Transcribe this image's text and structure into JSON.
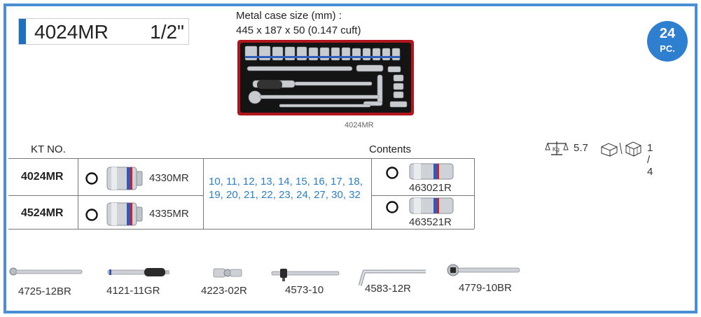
{
  "header": {
    "model": "4024MR",
    "drive_size": "1/2\""
  },
  "case": {
    "label_line1": "Metal case size (mm) :",
    "label_line2": "445 x 187 x 50 (0.147 cuft)",
    "caption": "4024MR"
  },
  "badge": {
    "count": "24",
    "unit": "PC."
  },
  "table": {
    "kt_header": "KT NO.",
    "contents_header": "Contents",
    "rows": [
      {
        "model": "4024MR",
        "socket_code": "4330MR",
        "deep_code": "463021R"
      },
      {
        "model": "4524MR",
        "socket_code": "4335MR",
        "deep_code": "463521R"
      }
    ],
    "sizes": "10, 11, 12, 13, 14, 15, 16, 17, 18, 19, 20, 21, 22, 23, 24, 27, 30, 32"
  },
  "specs": {
    "weight": "5.7",
    "pack": "1 / 4",
    "weight_icon": "scale-icon",
    "pack_icon": "carton-icon"
  },
  "tools": [
    {
      "code": "4725-12BR",
      "icon": "flex-handle-icon"
    },
    {
      "code": "4121-11GR",
      "icon": "extension-bar-icon"
    },
    {
      "code": "4223-02R",
      "icon": "universal-joint-icon"
    },
    {
      "code": "4573-10",
      "icon": "t-bar-icon"
    },
    {
      "code": "4583-12R",
      "icon": "l-wrench-icon"
    },
    {
      "code": "4779-10BR",
      "icon": "ratchet-icon"
    }
  ],
  "colors": {
    "frame": "#4a8fd4",
    "accent": "#1e6fc0",
    "sizes_text": "#2a7fc7",
    "case": "#b0161b"
  }
}
